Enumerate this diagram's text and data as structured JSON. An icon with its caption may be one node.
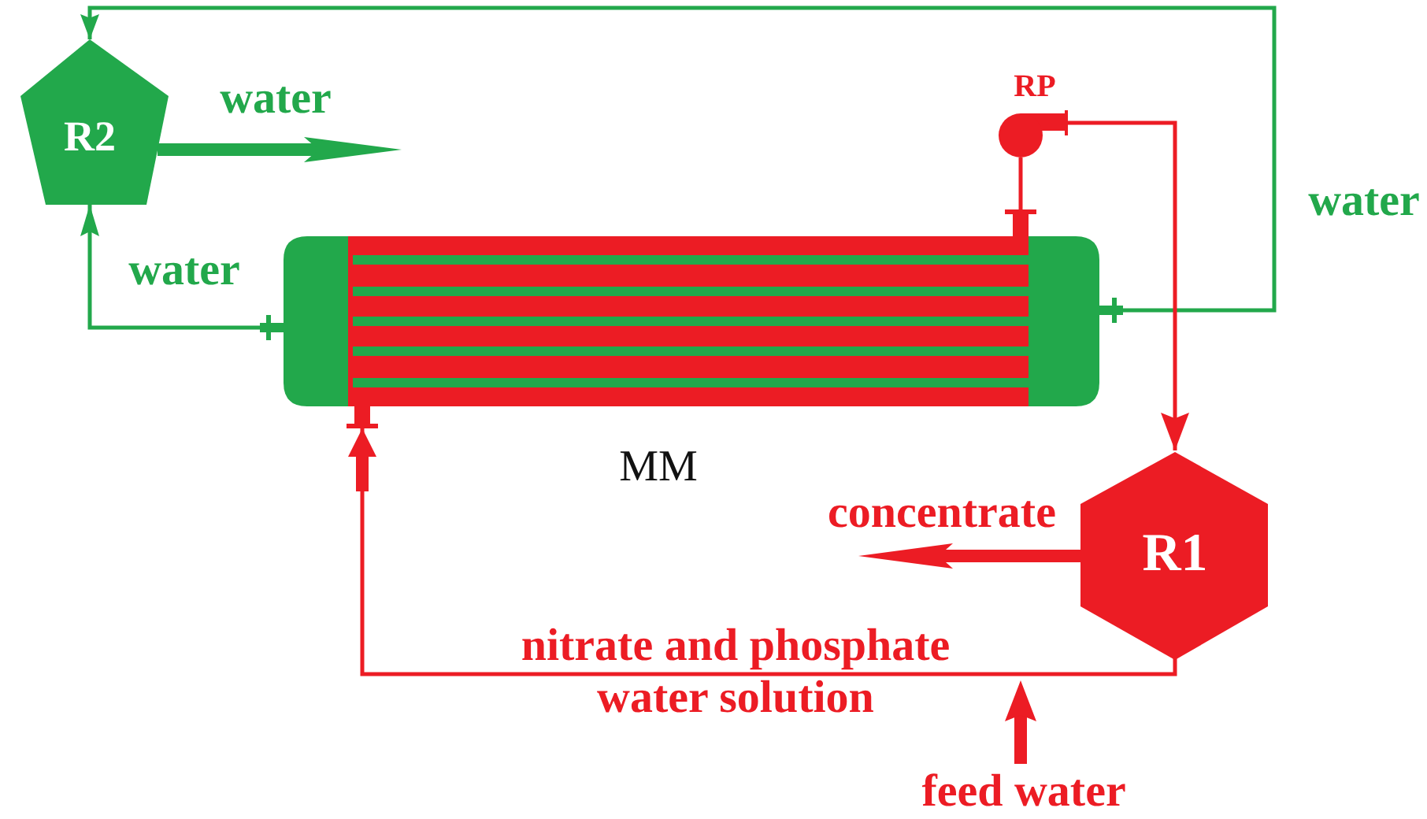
{
  "diagram": {
    "nodes": [
      {
        "text": [
          "R2"
        ]
      },
      {
        "text": [
          "MM"
        ]
      },
      {
        "text": [
          "RP"
        ]
      },
      {
        "text": [
          "R1"
        ]
      }
    ],
    "edges": [
      {
        "from": 0,
        "to": null,
        "arrow": "to",
        "label": "water",
        "style": "thick",
        "color": "#22a84b"
      },
      {
        "from": 1,
        "to": 0,
        "arrow": "to",
        "label": "water",
        "color": "#22a84b"
      },
      {
        "from": 1,
        "to": 0,
        "arrow": "to",
        "label": "water",
        "color": "#22a84b"
      },
      {
        "from": 1,
        "to": 2,
        "arrow": "none"
      },
      {
        "from": 2,
        "to": 3,
        "arrow": "to"
      },
      {
        "from": 3,
        "to": null,
        "arrow": "to",
        "label": "concentrate",
        "style": "thick"
      },
      {
        "from": 3,
        "to": 1,
        "arrow": "to",
        "label": "nitrate and phosphate water solution"
      }
    ],
    "labels": [
      "feed water"
    ]
  }
}
